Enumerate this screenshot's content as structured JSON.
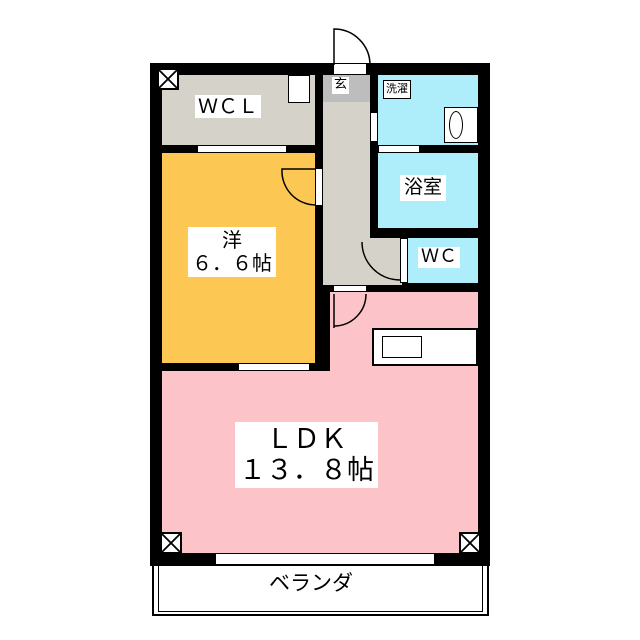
{
  "rooms": {
    "wcl": {
      "label": "ＷＣＬ"
    },
    "entrance": {
      "label": "玄"
    },
    "laundry": {
      "label": "洗濯"
    },
    "bath": {
      "label": "浴室"
    },
    "toilet": {
      "label": "ＷＣ"
    },
    "western": {
      "label": "洋",
      "size": "６．６帖"
    },
    "ldk": {
      "label": "ＬＤＫ",
      "size": "１３．８帖"
    },
    "balcony": {
      "label": "ベランダ"
    }
  },
  "colors": {
    "wall": "#000000",
    "closet": "#d5d3c9",
    "hall": "#d5d3c9",
    "entrance": "#bdbdbd",
    "wet": "#aeeefa",
    "western": "#fcc853",
    "ldk": "#fcc4c8"
  }
}
